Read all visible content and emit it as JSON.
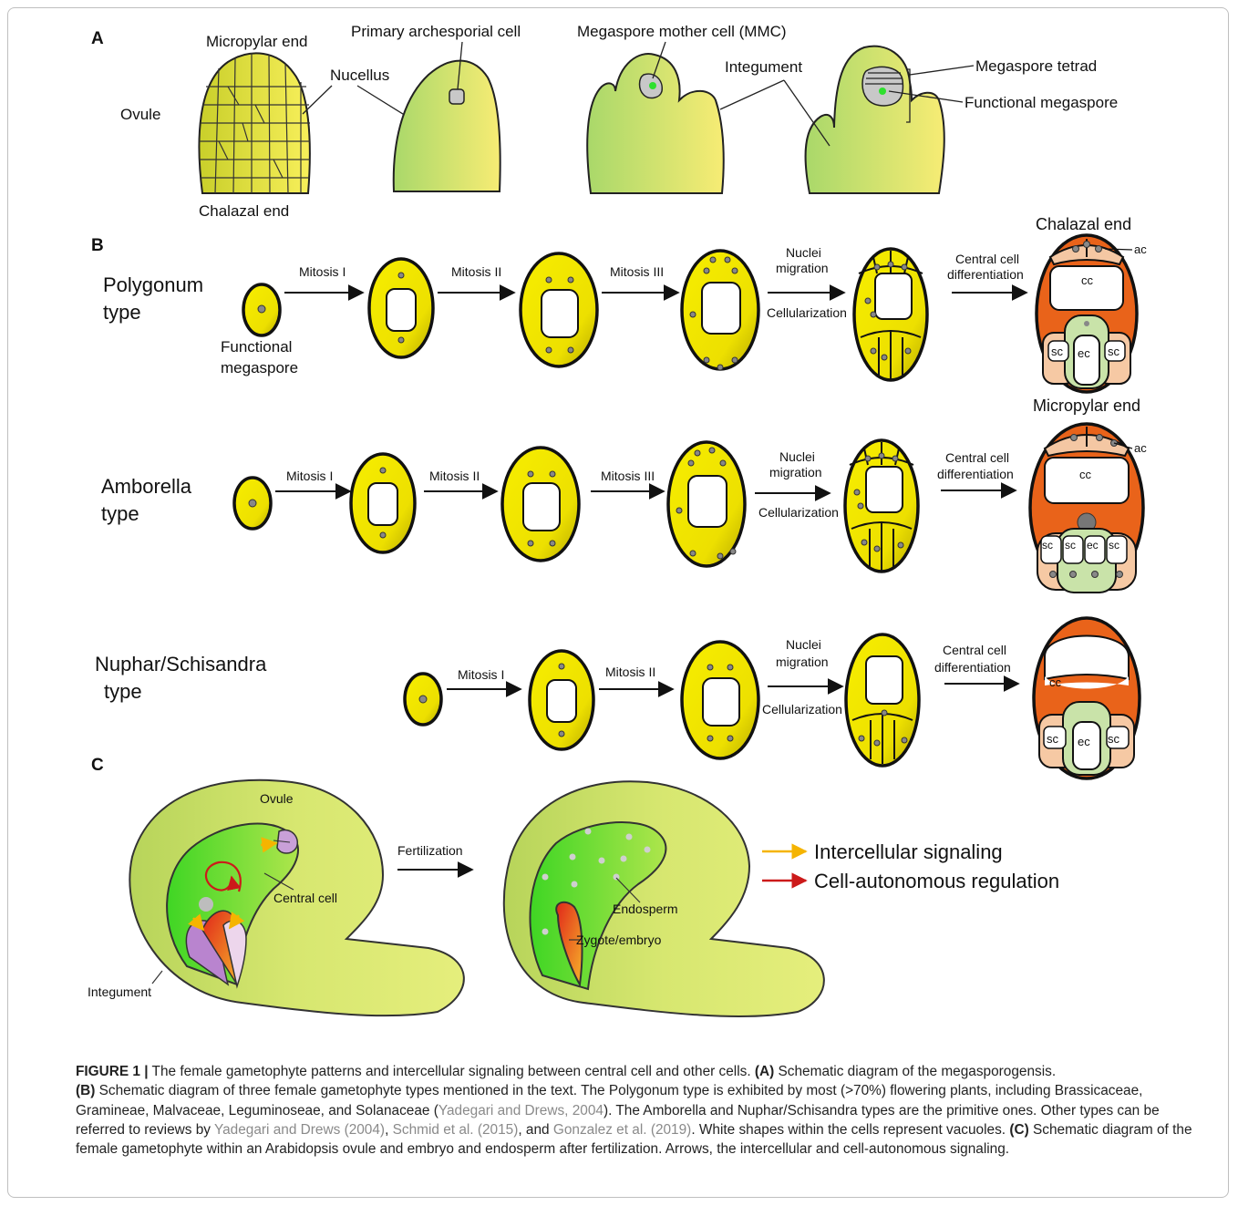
{
  "panels": {
    "a": {
      "letter": "A",
      "ovule": "Ovule",
      "micropylar_end": "Micropylar end",
      "chalazal_end": "Chalazal end",
      "nucellus": "Nucellus",
      "primary_archesporial_cell": "Primary archesporial cell",
      "mmc": "Megaspore mother cell (MMC)",
      "integument": "Integument",
      "megaspore_tetrad": "Megaspore tetrad",
      "functional_megaspore": "Functional megaspore"
    },
    "b": {
      "letter": "B",
      "chalazal_end": "Chalazal end",
      "micropylar_end": "Micropylar end",
      "polygonum_line1": "Polygonum",
      "polygonum_line2": "type",
      "amborella_line1": "Amborella",
      "amborella_line2": "type",
      "nuphar_line1": "Nuphar/Schisandra",
      "nuphar_line2": "type",
      "functional_megaspore_line1": "Functional",
      "functional_megaspore_line2": "megaspore",
      "mitosis_1": "Mitosis I",
      "mitosis_2": "Mitosis II",
      "mitosis_3": "Mitosis III",
      "nuclei": "Nuclei",
      "migration": "migration",
      "cellularization": "Cellularization",
      "central_cell": "Central cell",
      "differentiation": "differentiation",
      "ac": "ac",
      "cc": "cc",
      "sc": "sc",
      "ec": "ec"
    },
    "c": {
      "letter": "C",
      "ovule": "Ovule",
      "central_cell": "Central cell",
      "integument": "Integument",
      "fertilization": "Fertilization",
      "endosperm": "Endosperm",
      "zygote_embryo": "Zygote/embryo",
      "legend_intercellular": "Intercellular signaling",
      "legend_cell_autonomous": "Cell-autonomous regulation"
    }
  },
  "colors": {
    "intercellular_arrow": "#f5b400",
    "cell_autonomous_arrow": "#cc1a1a",
    "cell_yellow": "#f2e600",
    "central_cell_orange": "#e9631a",
    "ovule_green": "#d5e577"
  },
  "caption": {
    "figure_label": "FIGURE 1 |",
    "s1": " The female gametophyte patterns and intercellular signaling between central cell and other cells. ",
    "a_label": "(A)",
    "s2": " Schematic diagram of the megasporogensis. ",
    "b_label": "(B)",
    "s3": " Schematic diagram of three female gametophyte types mentioned in the text. The Polygonum type is exhibited by most (>70%) flowering plants, including Brassicaceae, Gramineae, Malvaceae, Leguminoseae, and Solanaceae (",
    "ref1": "Yadegari and Drews, 2004",
    "s4": "). The Amborella and Nuphar/Schisandra types are the primitive ones. Other types can be referred to reviews by ",
    "ref2": "Yadegari and Drews (2004)",
    "s5": ", ",
    "ref3": "Schmid et al. (2015)",
    "s6": ", and ",
    "ref4": "Gonzalez et al. (2019)",
    "s7": ". White shapes within the cells represent vacuoles. ",
    "c_label": "(C)",
    "s8": " Schematic diagram of the female gametophyte within an Arabidopsis ovule and embryo and endosperm after fertilization. Arrows, the intercellular and cell-autonomous signaling."
  }
}
